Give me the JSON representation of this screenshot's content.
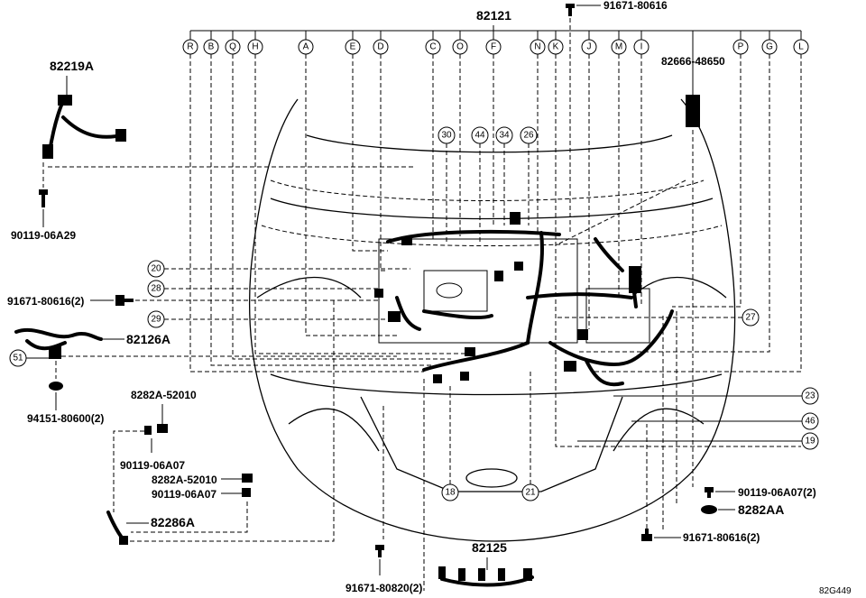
{
  "part_labels": {
    "p82121": "82121",
    "p91671_80616_top": "91671-80616",
    "p82219A": "82219A",
    "p82666_48650": "82666-48650",
    "p90119_06A29": "90119-06A29",
    "p91671_80616_2_left": "91671-80616(2)",
    "p82126A": "82126A",
    "p94151_80600_2": "94151-80600(2)",
    "p8282A_52010_a": "8282A-52010",
    "p90119_06A07_a": "90119-06A07",
    "p8282A_52010_b": "8282A-52010",
    "p90119_06A07_b": "90119-06A07",
    "p82286A": "82286A",
    "p91671_80820_2": "91671-80820(2)",
    "p82125": "82125",
    "p90119_06A07_2": "90119-06A07(2)",
    "p8282AA": "8282AA",
    "p91671_80616_2_right": "91671-80616(2)"
  },
  "connector_letters": [
    "R",
    "B",
    "Q",
    "H",
    "A",
    "E",
    "D",
    "C",
    "O",
    "F",
    "N",
    "K",
    "J",
    "M",
    "I",
    "P",
    "G",
    "L"
  ],
  "callout_numbers": {
    "n30": "30",
    "n44": "44",
    "n34": "34",
    "n26": "26",
    "n20": "20",
    "n28": "28",
    "n29": "29",
    "n27": "27",
    "n51": "51",
    "n23": "23",
    "n46": "46",
    "n19": "19",
    "n18": "18",
    "n21": "21"
  },
  "diagram_ref": "82G449"
}
